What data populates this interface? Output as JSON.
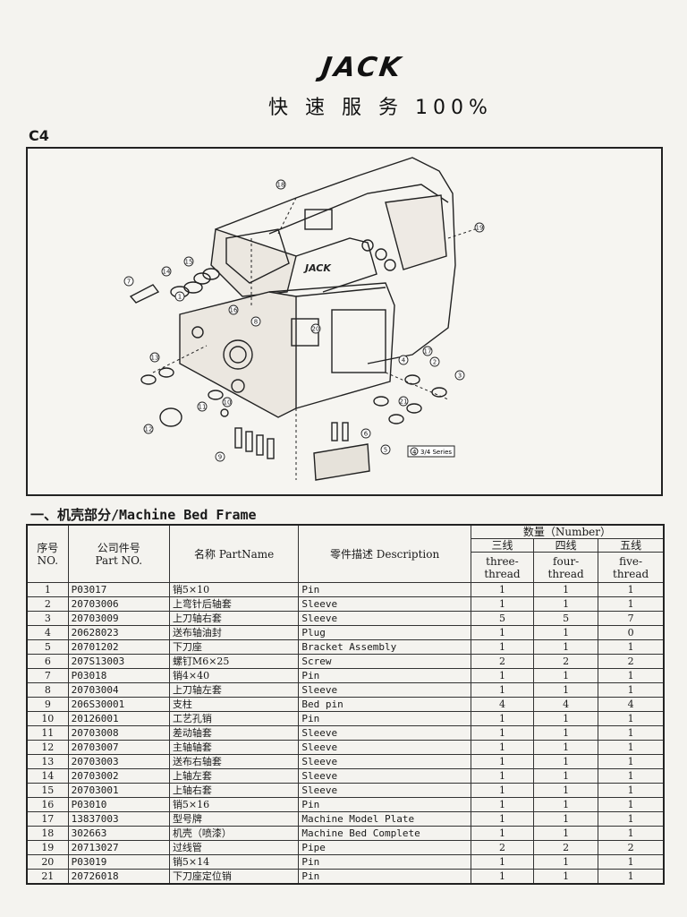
{
  "header": {
    "logo_text": "JACK",
    "slogan": "快 速 服 务 100%",
    "page_code": "C4"
  },
  "diagram": {
    "body_label": "JACK",
    "series_label": "3/4 Series",
    "series_badge": "4",
    "callouts": [
      "1",
      "2",
      "3",
      "4",
      "5",
      "6",
      "7",
      "8",
      "9",
      "10",
      "11",
      "12",
      "13",
      "14",
      "15",
      "16",
      "17",
      "18",
      "19",
      "20",
      "21"
    ]
  },
  "section_title": "一、机壳部分/Machine Bed Frame",
  "table": {
    "headers": {
      "no": "序号\nNO.",
      "part_no": "公司件号\nPart NO.",
      "part_name": "名称  PartName",
      "description": "零件描述  Description",
      "quantity": "数量（Number）",
      "three_cn": "三线",
      "four_cn": "四线",
      "five_cn": "五线",
      "three_en": "three-\nthread",
      "four_en": "four-\nthread",
      "five_en": "five-\nthread"
    },
    "rows": [
      {
        "no": "1",
        "part": "P03017",
        "name": "销5×10",
        "desc": "Pin",
        "q3": "1",
        "q4": "1",
        "q5": "1"
      },
      {
        "no": "2",
        "part": "20703006",
        "name": "上弯针后轴套",
        "desc": "Sleeve",
        "q3": "1",
        "q4": "1",
        "q5": "1"
      },
      {
        "no": "3",
        "part": "20703009",
        "name": "上刀轴右套",
        "desc": "Sleeve",
        "q3": "5",
        "q4": "5",
        "q5": "7"
      },
      {
        "no": "4",
        "part": "20628023",
        "name": "送布轴油封",
        "desc": "Plug",
        "q3": "1",
        "q4": "1",
        "q5": "0"
      },
      {
        "no": "5",
        "part": "20701202",
        "name": "下刀座",
        "desc": "Bracket Assembly",
        "q3": "1",
        "q4": "1",
        "q5": "1"
      },
      {
        "no": "6",
        "part": "207S13003",
        "name": "螺钉M6×25",
        "desc": "Screw",
        "q3": "2",
        "q4": "2",
        "q5": "2"
      },
      {
        "no": "7",
        "part": "P03018",
        "name": "销4×40",
        "desc": "Pin",
        "q3": "1",
        "q4": "1",
        "q5": "1"
      },
      {
        "no": "8",
        "part": "20703004",
        "name": "上刀轴左套",
        "desc": "Sleeve",
        "q3": "1",
        "q4": "1",
        "q5": "1"
      },
      {
        "no": "9",
        "part": "206S30001",
        "name": "支柱",
        "desc": "Bed pin",
        "q3": "4",
        "q4": "4",
        "q5": "4"
      },
      {
        "no": "10",
        "part": "20126001",
        "name": "工艺孔销",
        "desc": "Pin",
        "q3": "1",
        "q4": "1",
        "q5": "1"
      },
      {
        "no": "11",
        "part": "20703008",
        "name": "差动轴套",
        "desc": "Sleeve",
        "q3": "1",
        "q4": "1",
        "q5": "1"
      },
      {
        "no": "12",
        "part": "20703007",
        "name": "主轴轴套",
        "desc": "Sleeve",
        "q3": "1",
        "q4": "1",
        "q5": "1"
      },
      {
        "no": "13",
        "part": "20703003",
        "name": "送布右轴套",
        "desc": "Sleeve",
        "q3": "1",
        "q4": "1",
        "q5": "1"
      },
      {
        "no": "14",
        "part": "20703002",
        "name": "上轴左套",
        "desc": "Sleeve",
        "q3": "1",
        "q4": "1",
        "q5": "1"
      },
      {
        "no": "15",
        "part": "20703001",
        "name": "上轴右套",
        "desc": "Sleeve",
        "q3": "1",
        "q4": "1",
        "q5": "1"
      },
      {
        "no": "16",
        "part": "P03010",
        "name": "销5×16",
        "desc": "Pin",
        "q3": "1",
        "q4": "1",
        "q5": "1"
      },
      {
        "no": "17",
        "part": "13837003",
        "name": "型号牌",
        "desc": "Machine Model Plate",
        "q3": "1",
        "q4": "1",
        "q5": "1"
      },
      {
        "no": "18",
        "part": "302663",
        "name": "机壳（喷漆）",
        "desc": "Machine Bed Complete",
        "q3": "1",
        "q4": "1",
        "q5": "1"
      },
      {
        "no": "19",
        "part": "20713027",
        "name": "过线管",
        "desc": "Pipe",
        "q3": "2",
        "q4": "2",
        "q5": "2"
      },
      {
        "no": "20",
        "part": "P03019",
        "name": "销5×14",
        "desc": "Pin",
        "q3": "1",
        "q4": "1",
        "q5": "1"
      },
      {
        "no": "21",
        "part": "20726018",
        "name": "下刀座定位销",
        "desc": "Pin",
        "q3": "1",
        "q4": "1",
        "q5": "1"
      }
    ]
  }
}
